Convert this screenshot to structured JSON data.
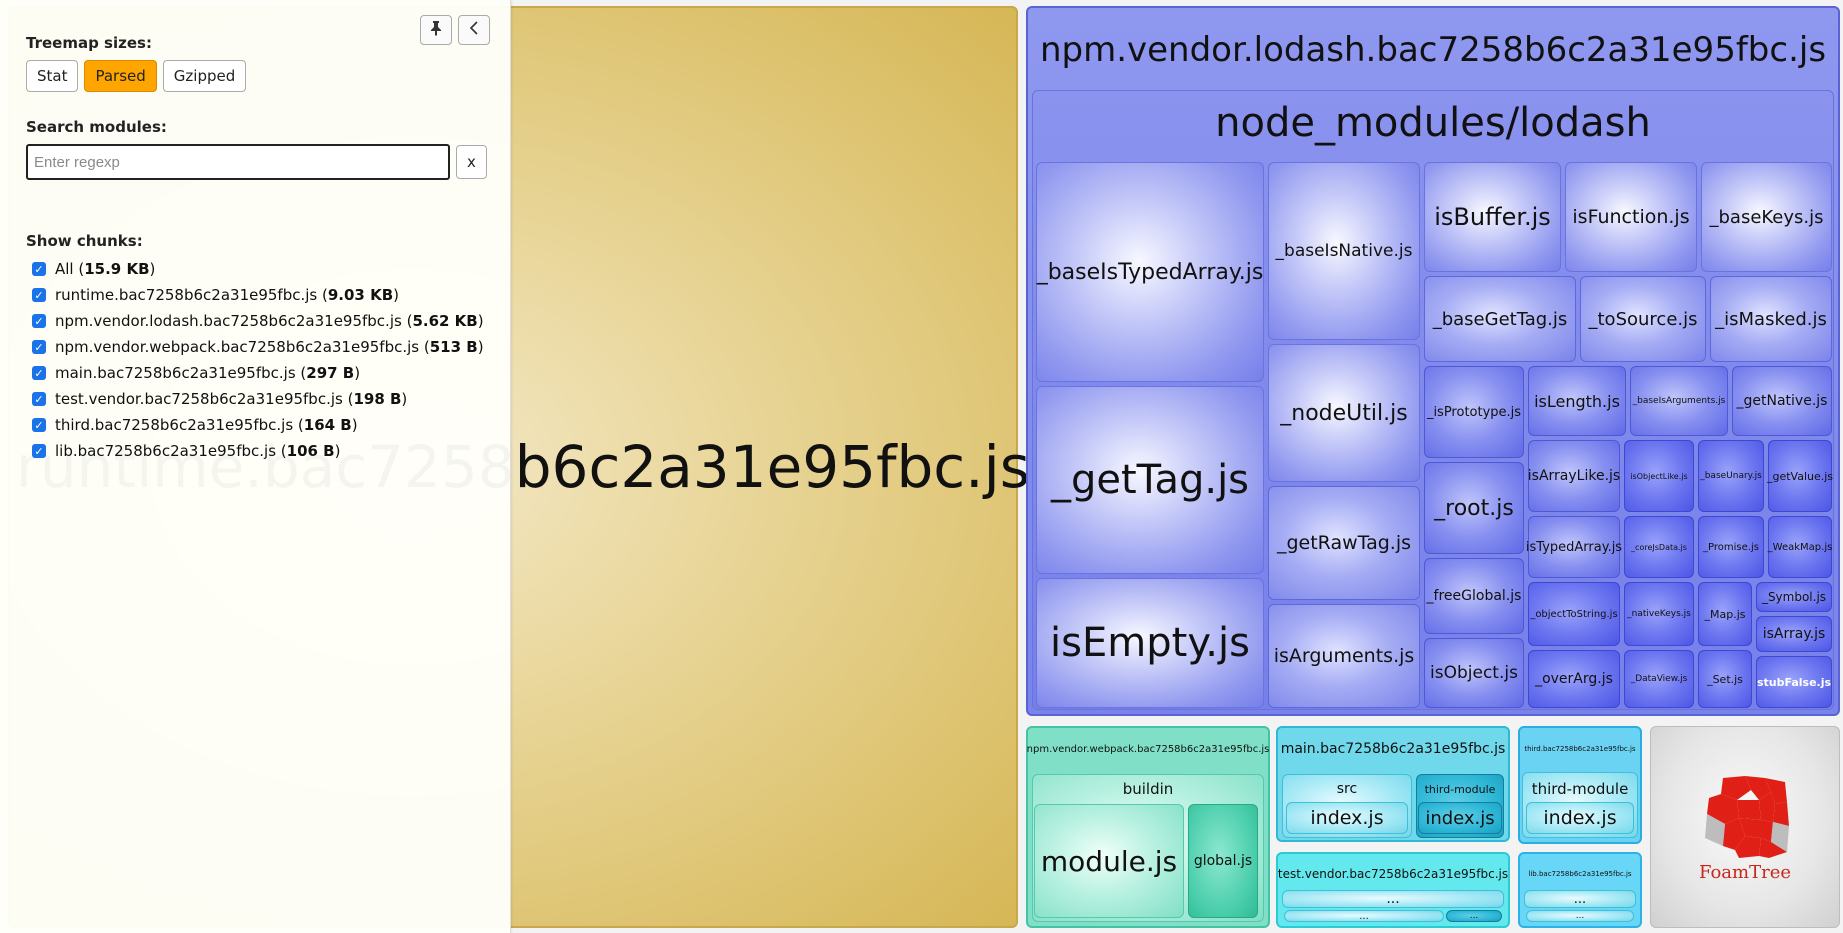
{
  "treemap": {
    "runtime": {
      "label": "runtime.bac7258b6c2a31e95fbc.js"
    },
    "lodash": {
      "label": "npm.vendor.lodash.bac7258b6c2a31e95fbc.js",
      "module": "node_modules/lodash",
      "files": {
        "baseIsTypedArray": "_baseIsTypedArray.js",
        "getTag": "_getTag.js",
        "isEmpty": "isEmpty.js",
        "baseIsNative": "_baseIsNative.js",
        "nodeUtil": "_nodeUtil.js",
        "getRawTag": "_getRawTag.js",
        "isArguments": "isArguments.js",
        "isBuffer": "isBuffer.js",
        "isFunction": "isFunction.js",
        "baseKeys": "_baseKeys.js",
        "baseGetTag": "_baseGetTag.js",
        "toSource": "_toSource.js",
        "isMasked": "_isMasked.js",
        "isPrototype": "_isPrototype.js",
        "isLength": "isLength.js",
        "baseIsArguments": "_baseIsArguments.js",
        "getNative": "_getNative.js",
        "root": "_root.js",
        "isArrayLike": "isArrayLike.js",
        "isObjectLike": "isObjectLike.js",
        "baseUnary": "_baseUnary.js",
        "getValue": "_getValue.js",
        "isTypedArray": "isTypedArray.js",
        "coreJsData": "_coreJsData.js",
        "Promise": "_Promise.js",
        "WeakMap": "_WeakMap.js",
        "freeGlobal": "_freeGlobal.js",
        "objectToString": "_objectToString.js",
        "nativeKeys": "_nativeKeys.js",
        "Map": "_Map.js",
        "Symbol": "_Symbol.js",
        "isArray": "isArray.js",
        "isObject": "isObject.js",
        "overArg": "_overArg.js",
        "DataView": "_DataView.js",
        "Set": "_Set.js",
        "stubFalse": "stubFalse.js"
      }
    },
    "webpack": {
      "label": "npm.vendor.webpack.bac7258b6c2a31e95fbc.js",
      "buildin": "buildin",
      "module": "module.js",
      "global": "global.js"
    },
    "main": {
      "label": "main.bac7258b6c2a31e95fbc.js",
      "src": "src",
      "src_index": "index.js",
      "third_module": "third-module",
      "third_index": "index.js"
    },
    "test_vendor": {
      "label": "test.vendor.bac7258b6c2a31e95fbc.js",
      "dots": "...",
      "dots2": "...",
      "dots3": "..."
    },
    "third": {
      "label": "third.bac7258b6c2a31e95fbc.js",
      "module": "third-module",
      "index": "index.js"
    },
    "lib": {
      "label": "lib.bac7258b6c2a31e95fbc.js",
      "dots": "...",
      "dots2": "..."
    },
    "foamtree": {
      "label": "FoamTree"
    }
  },
  "sidebar": {
    "treemap_sizes_title": "Treemap sizes:",
    "sizes": [
      "Stat",
      "Parsed",
      "Gzipped"
    ],
    "active_size": "Parsed",
    "search_title": "Search modules:",
    "search_placeholder": "Enter regexp",
    "clear_label": "x",
    "pin_icon": "pin-icon",
    "collapse_icon": "chevron-left-icon",
    "chunks_title": "Show chunks:",
    "chunks": [
      {
        "name": "All",
        "size": "15.9 KB"
      },
      {
        "name": "runtime.bac7258b6c2a31e95fbc.js",
        "size": "9.03 KB"
      },
      {
        "name": "npm.vendor.lodash.bac7258b6c2a31e95fbc.js",
        "size": "5.62 KB"
      },
      {
        "name": "npm.vendor.webpack.bac7258b6c2a31e95fbc.js",
        "size": "513 B"
      },
      {
        "name": "main.bac7258b6c2a31e95fbc.js",
        "size": "297 B"
      },
      {
        "name": "test.vendor.bac7258b6c2a31e95fbc.js",
        "size": "198 B"
      },
      {
        "name": "third.bac7258b6c2a31e95fbc.js",
        "size": "164 B"
      },
      {
        "name": "lib.bac7258b6c2a31e95fbc.js",
        "size": "106 B"
      }
    ]
  },
  "colors": {
    "accent": "#ffa500",
    "runtime": "#d6b756",
    "lodash": "#7a83ea",
    "webpack": "#7fe0c7",
    "main": "#6fd8ea"
  }
}
